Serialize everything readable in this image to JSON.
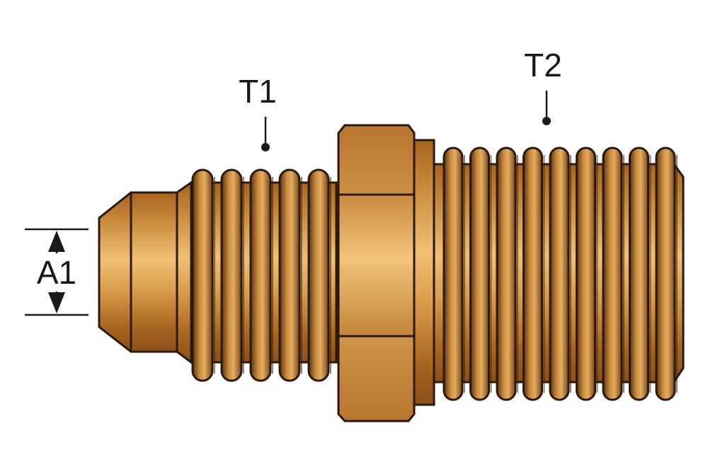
{
  "labels": {
    "t1": "T1",
    "t2": "T2",
    "a1": "A1"
  },
  "colors": {
    "brass_dark": "#8a4f1a",
    "brass_mid": "#c98a3c",
    "brass_light": "#e9b56a",
    "outline": "#2a1a0e",
    "thread_shadow": "#3a220c",
    "annotation": "#1a1a1a"
  }
}
